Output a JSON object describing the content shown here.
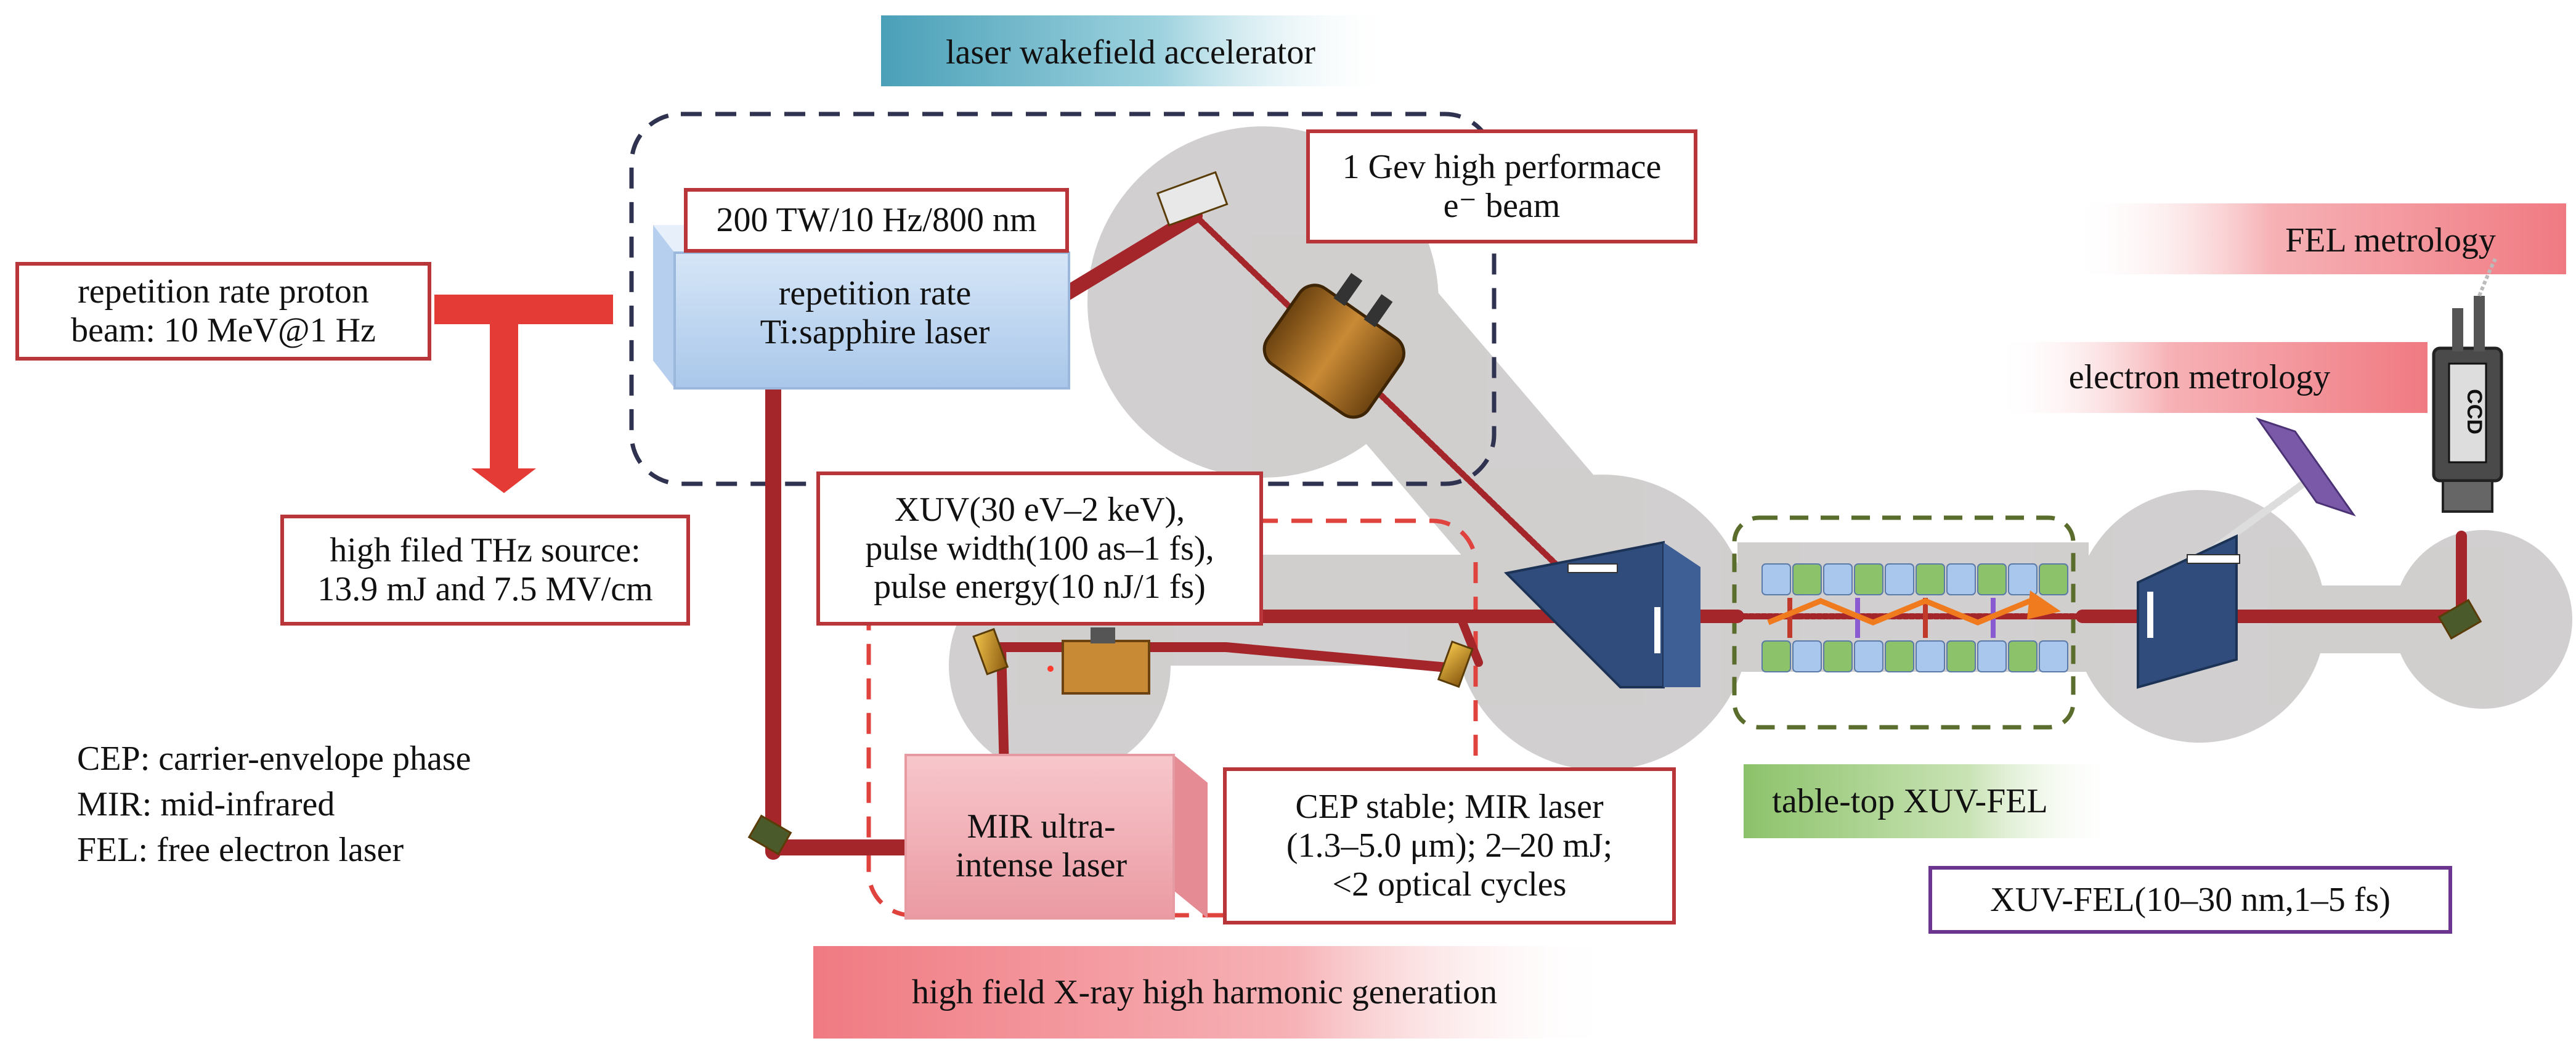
{
  "banners": {
    "lwfa": "laser wakefield accelerator",
    "fel_metrology": "FEL metrology",
    "electron_metrology": "electron metrology",
    "xuv_fel": "table-top XUV-FEL",
    "hhg": "high field X-ray high harmonic generation"
  },
  "boxes": {
    "proton": [
      "repetition rate proton",
      "beam: 10 MeV@1 Hz"
    ],
    "ti_spec": "200 TW/10 Hz/800 nm",
    "ebeam": [
      "1 Gev high performace",
      "e⁻ beam"
    ],
    "thz": [
      "high filed THz source:",
      "13.9 mJ and 7.5 MV/cm"
    ],
    "xuv": [
      "XUV(30 eV–2 keV),",
      "pulse width(100 as–1 fs),",
      "pulse energy(10 nJ/1 fs)"
    ],
    "mir_spec": [
      "CEP stable; MIR laser",
      "(1.3–5.0 μm); 2–20 mJ;",
      "<2 optical cycles"
    ],
    "fel_spec": "XUV-FEL(10–30 nm,1–5 fs)"
  },
  "devices": {
    "ti_laser": [
      "repetition rate",
      "Ti:sapphire laser"
    ],
    "mir_laser": [
      "MIR ultra-",
      "intense laser"
    ],
    "ccd_label": "CCD"
  },
  "legend": [
    "CEP: carrier-envelope phase",
    "MIR: mid-infrared",
    "FEL: free electron laser"
  ],
  "colors": {
    "beam": "#a5262a",
    "box_border": "#b8353a",
    "purple_border": "#6b3590",
    "chamber": "#cfcccc",
    "prism": "#2f4c7c"
  }
}
